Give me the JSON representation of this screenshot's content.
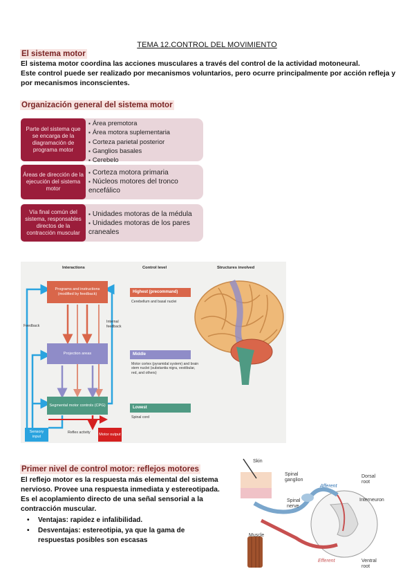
{
  "title": "TEMA 12.CONTROL DEL MOVIMIENTO",
  "section1": {
    "heading": "El sistema motor",
    "p1": "El sistema motor coordina las acciones musculares a través del control de la actividad motoneural.",
    "p2": "Este control puede ser realizado por mecanismos voluntarios, pero ocurre principalmente por acción refleja y por mecanismos inconscientes."
  },
  "section2": {
    "heading": "Organización general del sistema motor",
    "rows": [
      {
        "label": "Parte del sistema que se encarga de la diagramación de programa motor",
        "items": [
          "Área premotora",
          "Área motora suplementaria",
          "Corteza parietal posterior",
          "Ganglios basales",
          "Cerebelo"
        ]
      },
      {
        "label": "Áreas de dirección de la ejecución del sistema motor",
        "items": [
          "Corteza motora primaria",
          "Núcleos motores del tronco encefálico"
        ]
      },
      {
        "label": "Vía final común del sistema, responsables directos de la contracción muscular",
        "items": [
          "Unidades motoras de la médula",
          "Unidades motoras de los pares craneales"
        ]
      }
    ]
  },
  "figure1": {
    "col_interactions": "Interactions",
    "col_control": "Control level",
    "col_structures": "Structures involved",
    "box_programs": "Programs and instructions (modified by feedback)",
    "box_projection": "Projection areas",
    "box_segmental": "Segmental motor controls (CPG)",
    "box_sensory": "Sensory input",
    "box_motor": "Motor output",
    "label_feedback": "Feedback",
    "label_internal": "Internal feedback",
    "label_reflex": "Reflex activity",
    "level_highest": "Highest (precommand)",
    "level_highest_desc": "Cerebellum and basal nuclei",
    "level_middle": "Middle",
    "level_middle_desc": "Motor cortex (pyramidal system) and brain stem nuclei (substantia nigra, vestibular, red, and others)",
    "level_lowest": "Lowest",
    "level_lowest_desc": "Spinal cord",
    "colors": {
      "highest": "#d9664a",
      "middle": "#8f8cc8",
      "lowest": "#4f9a83",
      "sensory": "#2aa3df",
      "motor": "#d42020"
    }
  },
  "section3": {
    "heading": "Primer nivel de control motor: reflejos motores",
    "para": "El reflejo motor es la respuesta más elemental del sistema nervioso. Provee una respuesta inmediata y estereotipada. Es el acoplamiento directo de una señal sensorial a la contracción muscular.",
    "bullets": [
      "Ventajas: rapidez e infalibilidad.",
      "Desventajas: estereotipia, ya que la gama de respuestas posibles son escasas"
    ]
  },
  "figure2": {
    "skin": "Skin",
    "spinal_ganglion": "Spinal ganglion",
    "afferent": "Afferent",
    "dorsal_root": "Dorsal root",
    "spinal_nerve": "Spinal nerve",
    "interneuron": "Interneuron",
    "muscle": "Muscle",
    "efferent": "Efferent",
    "ventral_root": "Ventral root"
  }
}
